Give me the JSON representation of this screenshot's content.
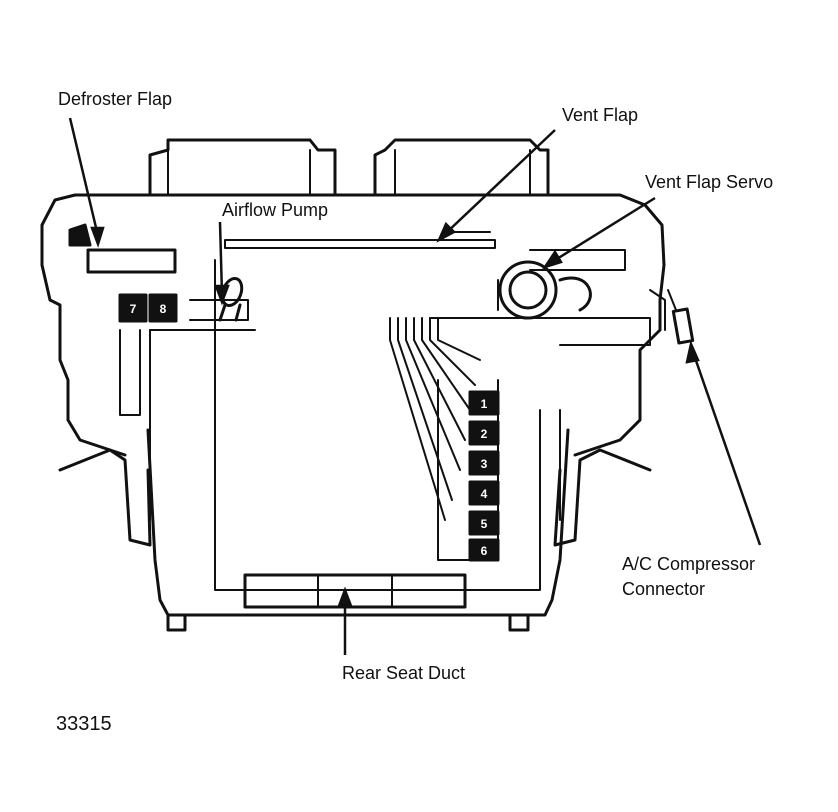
{
  "labels": {
    "defroster_flap": "Defroster Flap",
    "vent_flap": "Vent Flap",
    "vent_flap_servo": "Vent Flap Servo",
    "airflow_pump": "Airflow Pump",
    "ac_compressor_line1": "A/C Compressor",
    "ac_compressor_line2": "Connector",
    "rear_seat_duct": "Rear Seat Duct"
  },
  "figure_number": "33315",
  "connector_numbers": [
    "1",
    "2",
    "3",
    "4",
    "5",
    "6"
  ],
  "pump_connector_numbers": [
    "7",
    "8"
  ]
}
